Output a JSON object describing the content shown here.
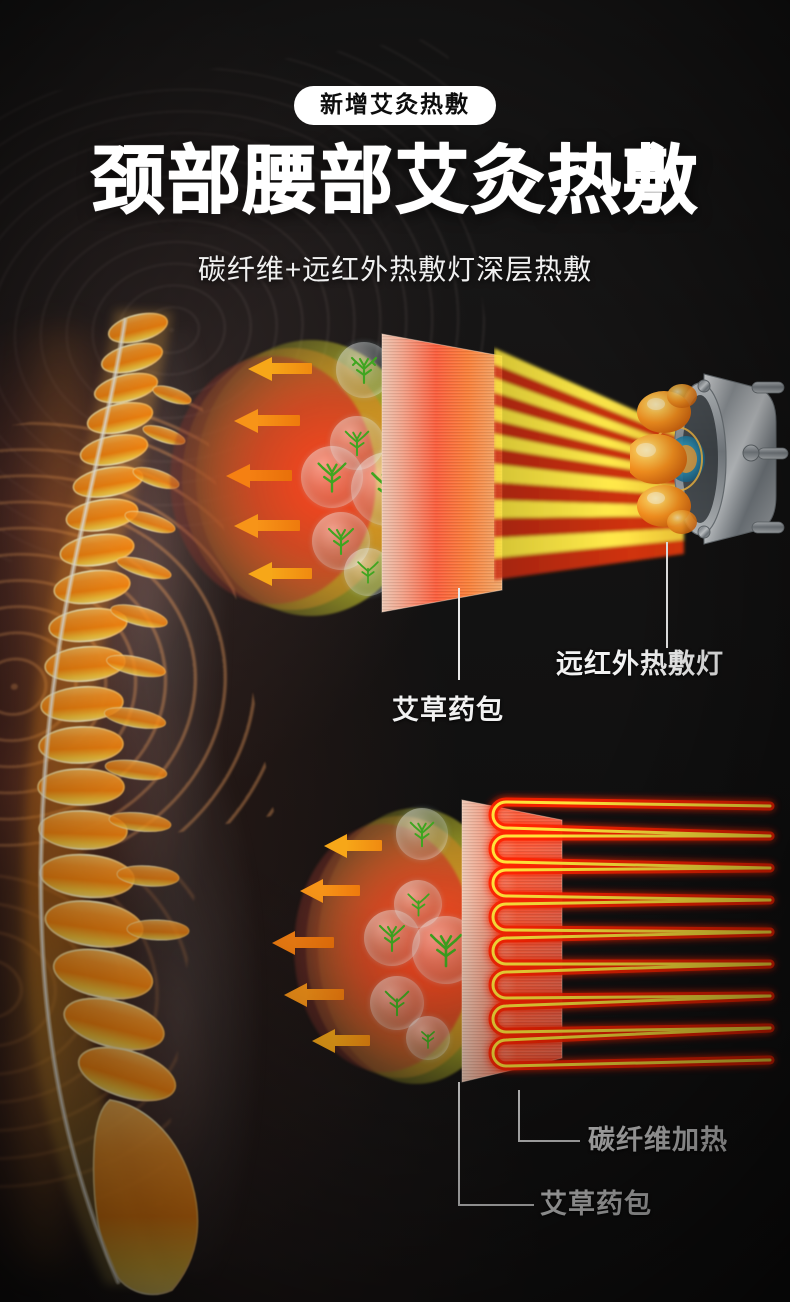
{
  "meta": {
    "background_color": "#151515",
    "accent_orange": "#F5A020",
    "accent_red": "#FF3C1E",
    "text_color": "#F2F2F2"
  },
  "header": {
    "badge": "新增艾灸热敷",
    "title": "颈部腰部艾灸热敷",
    "subtitle": "碳纤维+远红外热敷灯深层热敷"
  },
  "top_diagram": {
    "name": "far-infrared-heating-diagram",
    "callouts": [
      {
        "id": "moxa-pack-top",
        "label": "艾草药包"
      },
      {
        "id": "infrared-lamp",
        "label": "远红外热敷灯"
      }
    ],
    "elements": {
      "heat_arrows_count": 5,
      "herb_capsule_count": 6,
      "lamp_bulb_count": 3,
      "beam_count": 9
    }
  },
  "bottom_diagram": {
    "name": "carbon-fiber-heating-diagram",
    "callouts": [
      {
        "id": "carbon-fiber-heating",
        "label": "碳纤维加热"
      },
      {
        "id": "moxa-pack-bottom",
        "label": "艾草药包"
      }
    ],
    "elements": {
      "heat_arrows_count": 5,
      "herb_capsule_count": 6,
      "coil_loops": 8
    }
  },
  "left_illustration": {
    "name": "glowing-spine-xray",
    "description": "人体脊柱热感示意"
  }
}
